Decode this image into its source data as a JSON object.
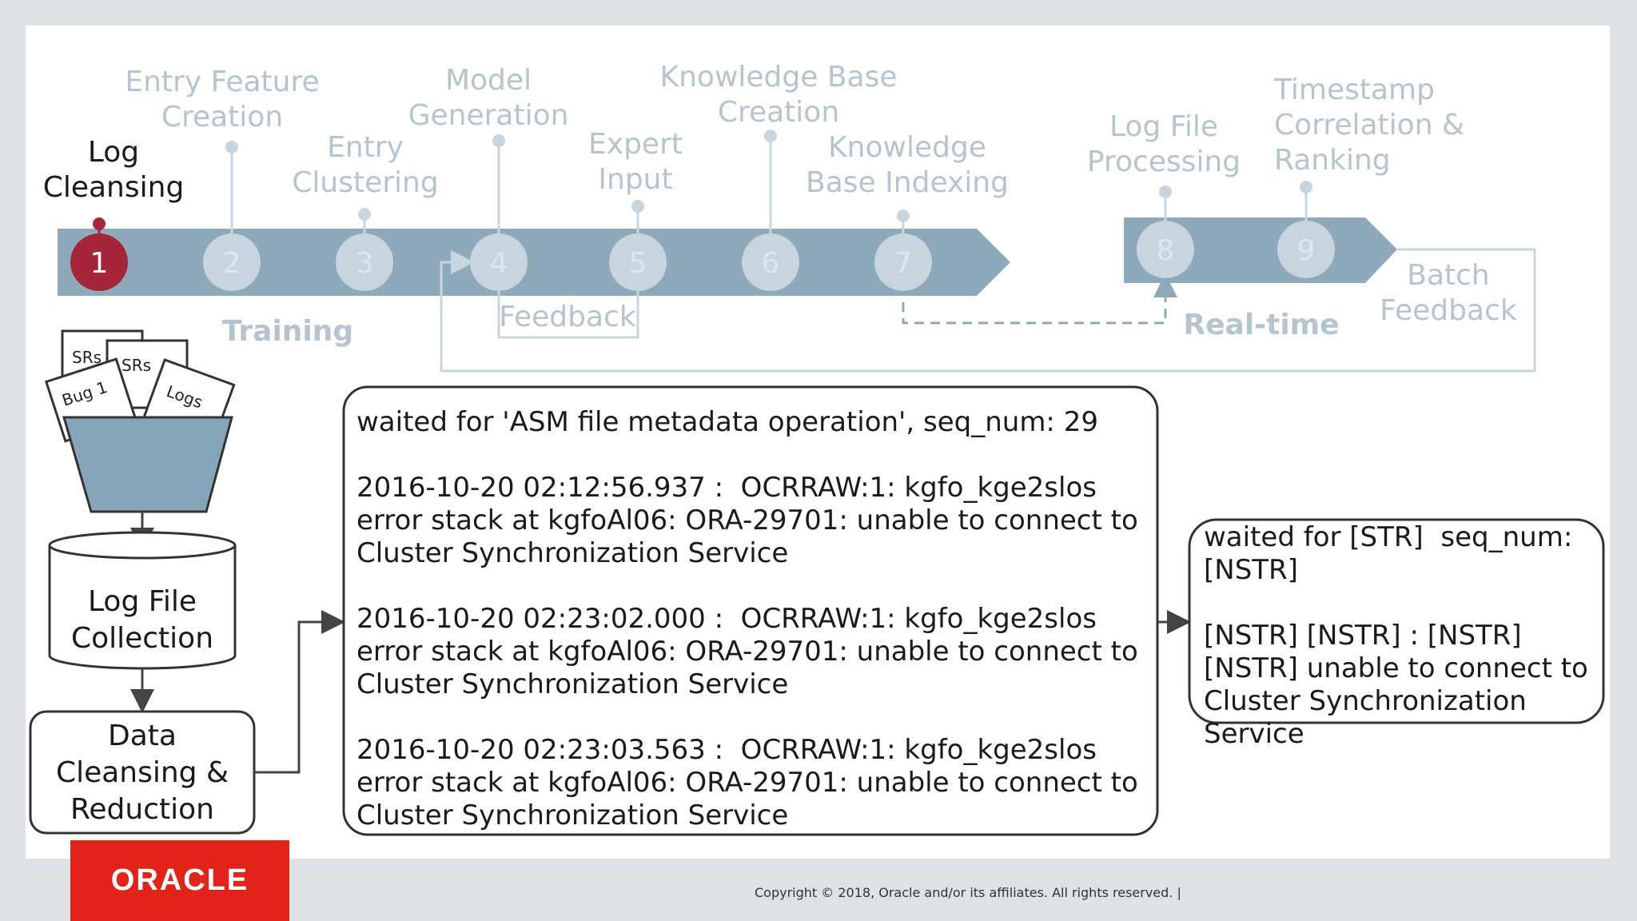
{
  "pipeline": {
    "steps": [
      {
        "number": "1",
        "label_lines": [
          "Log",
          "Cleansing"
        ],
        "active": true
      },
      {
        "number": "2",
        "label_lines": [
          "Entry Feature",
          "Creation"
        ],
        "active": false
      },
      {
        "number": "3",
        "label_lines": [
          "Entry",
          "Clustering"
        ],
        "active": false
      },
      {
        "number": "4",
        "label_lines": [
          "Model",
          "Generation"
        ],
        "active": false
      },
      {
        "number": "5",
        "label_lines": [
          "Expert",
          "Input"
        ],
        "active": false
      },
      {
        "number": "6",
        "label_lines": [
          "Knowledge Base",
          "Creation"
        ],
        "active": false
      },
      {
        "number": "7",
        "label_lines": [
          "Knowledge",
          "Base Indexing"
        ],
        "active": false
      },
      {
        "number": "8",
        "label_lines": [
          "Log File",
          "Processing"
        ],
        "active": false
      },
      {
        "number": "9",
        "label_lines": [
          "Timestamp",
          "Correlation &",
          "Ranking"
        ],
        "active": false
      }
    ],
    "training_label": "Training",
    "realtime_label": "Real-time",
    "feedback_label": "Feedback",
    "batch_feedback_lines": [
      "Batch",
      "Feedback"
    ]
  },
  "funnel": {
    "docs": [
      "SRs",
      "SRs",
      "Bug 1",
      "Logs"
    ]
  },
  "log_file_collection_lines": [
    "Log File",
    "Collection"
  ],
  "data_cleansing_lines": [
    "Data",
    "Cleansing &",
    "Reduction"
  ],
  "raw_log_text": "waited for 'ASM file metadata operation', seq_num: 29\n\n2016-10-20 02:12:56.937 :  OCRRAW:1: kgfo_kge2slos error stack at kgfoAl06: ORA-29701: unable to connect to Cluster Synchronization Service\n\n2016-10-20 02:23:02.000 :  OCRRAW:1: kgfo_kge2slos error stack at kgfoAl06: ORA-29701: unable to connect to Cluster Synchronization Service\n\n2016-10-20 02:23:03.563 :  OCRRAW:1: kgfo_kge2slos error stack at kgfoAl06: ORA-29701: unable to connect to Cluster Synchronization Service",
  "cleansed_log_text": "waited for [STR]  seq_num: [NSTR]\n\n[NSTR] [NSTR] : [NSTR] [NSTR] unable to connect to Cluster Synchronization Service",
  "footer": {
    "logo_text": "ORACLE",
    "copyright": "Copyright © 2018, Oracle and/or its affiliates. All rights reserved.  |"
  },
  "colors": {
    "band": "#8ea9b9",
    "circle_inactive": "#c8d5de",
    "active": "#a52639",
    "muted_text": "#b5c4cd",
    "funnel": "#87a5b8"
  }
}
